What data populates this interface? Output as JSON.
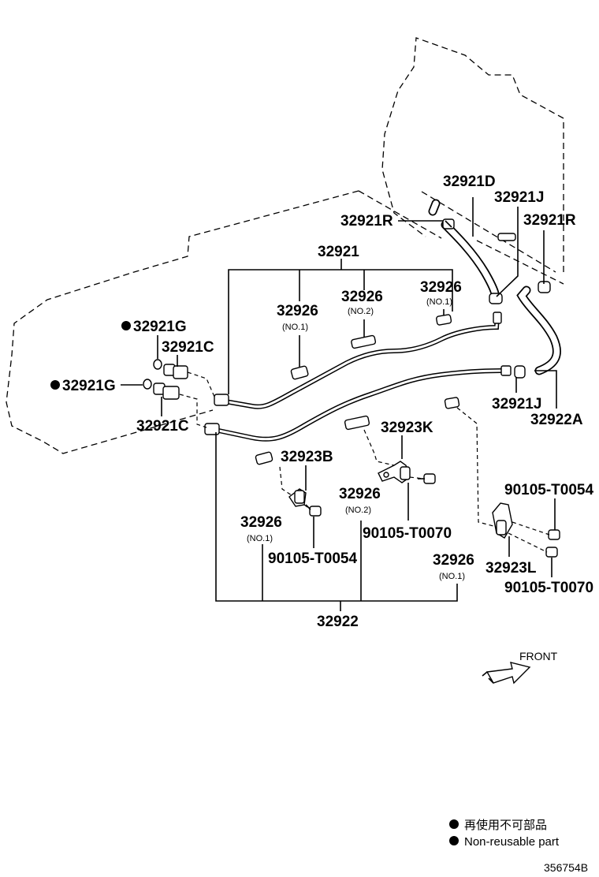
{
  "labels": {
    "p32921D": "32921D",
    "p32921J_top": "32921J",
    "p32921R_left": "32921R",
    "p32921R_right": "32921R",
    "p32921": "32921",
    "p32926_a": "32926",
    "p32926_a_sub": "(NO.1)",
    "p32926_b": "32926",
    "p32926_b_sub": "(NO.2)",
    "p32926_c": "32926",
    "p32926_c_sub": "(NO.1)",
    "p32921G_top": "32921G",
    "p32921C_top": "32921C",
    "p32921G_bot": "32921G",
    "p32921C_bot": "32921C",
    "p32921J_bot": "32921J",
    "p32922A": "32922A",
    "p32923K": "32923K",
    "p32923B": "32923B",
    "p32926_d": "32926",
    "p32926_d_sub": "(NO.2)",
    "p90105_T0070_a": "90105-T0070",
    "p32926_e": "32926",
    "p32926_e_sub": "(NO.1)",
    "p90105_T0054_a": "90105-T0054",
    "p90105_T0054_b": "90105-T0054",
    "p32926_f": "32926",
    "p32926_f_sub": "(NO.1)",
    "p32923L": "32923L",
    "p90105_T0070_b": "90105-T0070",
    "p32922": "32922",
    "front": "FRONT"
  },
  "legend": {
    "line1": "再使用不可部品",
    "line2": "Non-reusable part"
  },
  "figure_id": "356754B"
}
